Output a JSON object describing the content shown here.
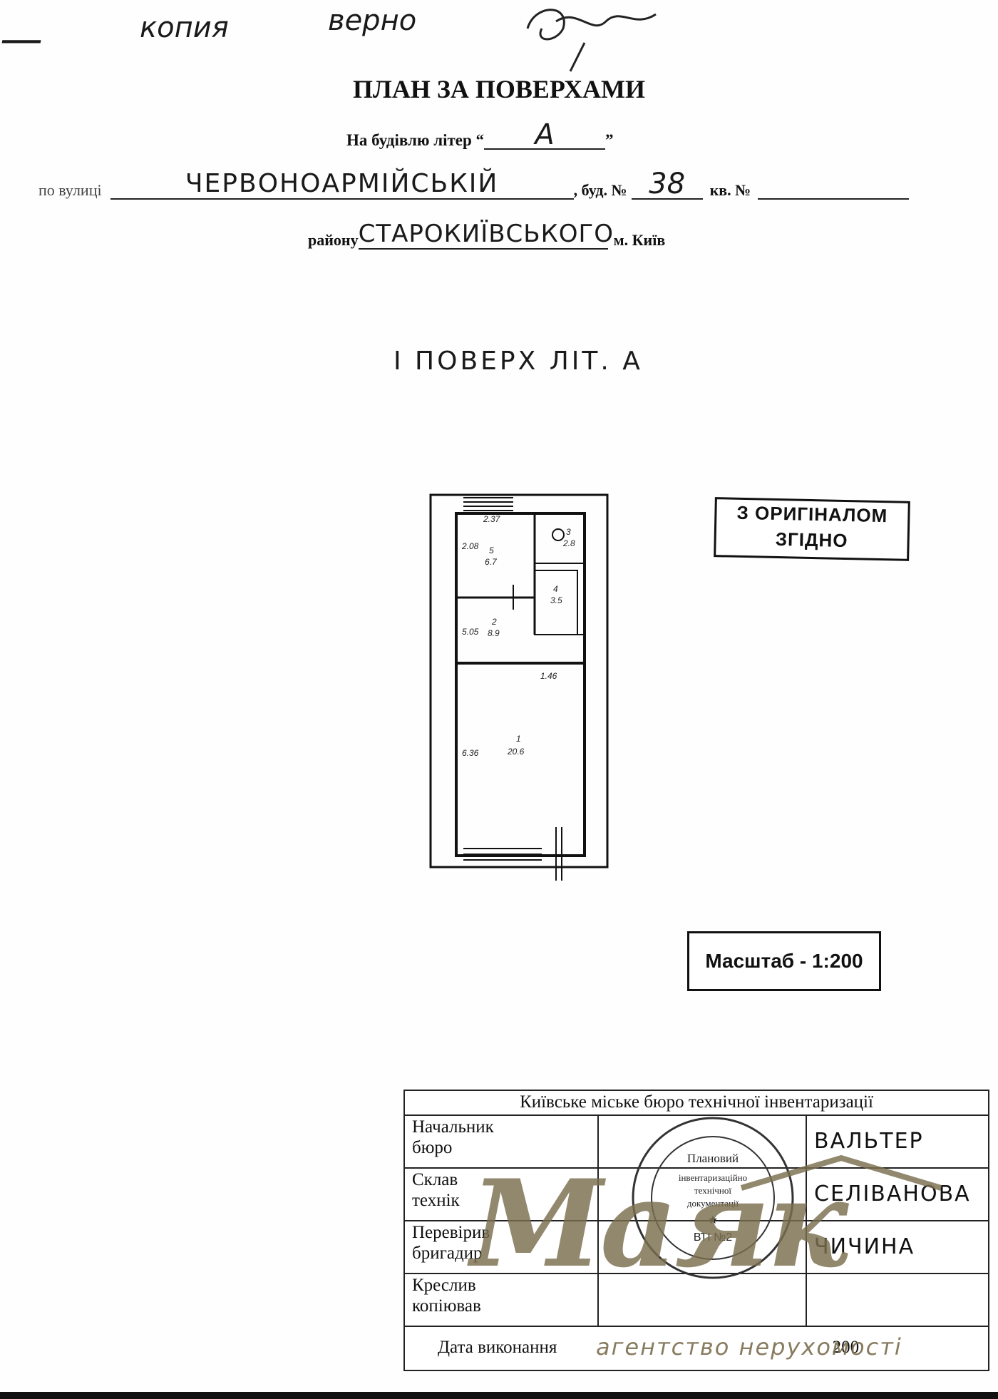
{
  "annotation": {
    "dash": "—",
    "text1": "копия",
    "text2": "верно"
  },
  "header": {
    "title": "ПЛАН ЗА ПОВЕРХАМИ",
    "building_prefix": "На будівлю літер “",
    "building_letter": "А",
    "building_suffix": "”",
    "street_prefix": "по вулиці",
    "street_value": "ЧЕРВОНОАРМІЙСЬКІЙ",
    "house_prefix": ", буд. №",
    "house_value": "38",
    "apt_prefix": "кв. №",
    "apt_value": "",
    "district_prefix": "району",
    "district_value": "СТАРОКИЇВСЬКОГО",
    "city": "м. Київ"
  },
  "floor_label": "I ПОВЕРХ ЛІТ. А",
  "plan": {
    "rooms": [
      {
        "num": "1",
        "area": "20.6"
      },
      {
        "num": "2",
        "area": "8.9"
      },
      {
        "num": "3",
        "area": "2.8"
      },
      {
        "num": "4",
        "area": "3.5"
      },
      {
        "num": "5",
        "area": "6.7"
      }
    ],
    "dims": [
      "2.37",
      "1.46",
      "6.36",
      "5.05",
      "2.08"
    ]
  },
  "stamp": {
    "line1": "З ОРИГІНАЛОМ",
    "line2": "ЗГІДНО"
  },
  "scale": "Масштаб - 1:200",
  "inventory": {
    "header": "Київське міське бюро технічної інвентаризації",
    "rows": [
      {
        "role_line1": "Начальник",
        "role_line2": "бюро",
        "name": "ВАЛЬТЕР"
      },
      {
        "role_line1": "Склав",
        "role_line2": "технік",
        "name": "СЕЛІВАНОВА"
      },
      {
        "role_line1": "Перевірив",
        "role_line2": "бригадир",
        "name": "ЧИЧИНА"
      },
      {
        "role_line1": "Креслив",
        "role_line2": "копіював",
        "name": ""
      }
    ],
    "date_label": "Дата виконання",
    "date_year": "200"
  },
  "seal": {
    "line1": "Плановий",
    "line2": "інвентаризаційно",
    "line3": "технічної",
    "line4": "документації",
    "line5": "ВТІ №2"
  },
  "watermark": {
    "brand": "Маяк",
    "tagline": "агентство нерухомості"
  }
}
